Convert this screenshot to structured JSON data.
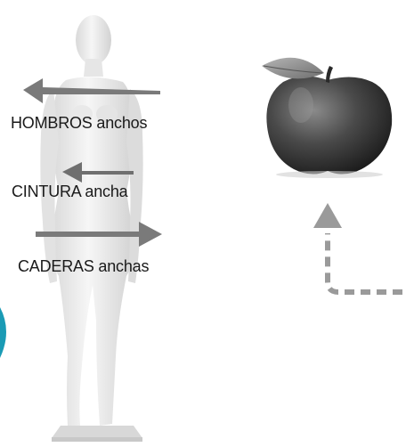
{
  "labels": {
    "shoulders": "HOMBROS anchos",
    "waist": "CINTURA ancha",
    "hips": "CADERAS anchas"
  },
  "icons": {
    "figure": "mannequin-icon",
    "fruit": "apple-icon"
  },
  "colors": {
    "arrow": "#7a7a7a",
    "dashed_arrow": "#9a9a9a",
    "mannequin": "#ececec",
    "apple": "#444444",
    "accent_edge": "#1a9bb5"
  }
}
